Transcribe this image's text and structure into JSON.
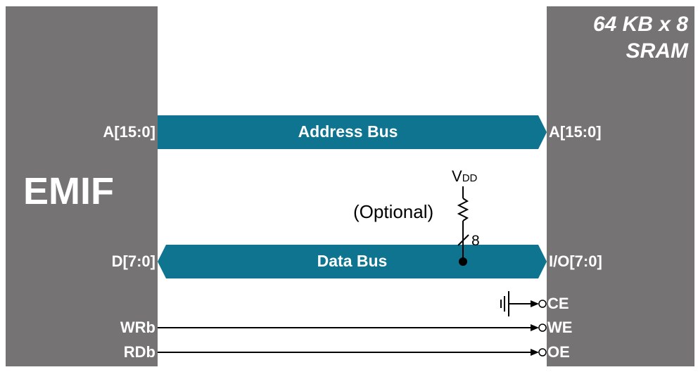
{
  "emif": {
    "title": "EMIF",
    "pins": {
      "address": "A[15:0]",
      "data": "D[7:0]",
      "write": "WRb",
      "read": "RDb"
    }
  },
  "sram": {
    "title_line1": "64 KB x 8",
    "title_line2": "SRAM",
    "pins": {
      "address": "A[15:0]",
      "data": "I/O[7:0]",
      "chip_enable": "CE",
      "write_enable": "WE",
      "output_enable": "OE"
    }
  },
  "buses": {
    "address_label": "Address Bus",
    "data_label": "Data Bus"
  },
  "pullup": {
    "supply_main": "V",
    "supply_sub": "DD",
    "note": "(Optional)",
    "bus_width": "8"
  },
  "colors": {
    "block": "#767374",
    "bus": "#0e7490",
    "wire": "#000000",
    "text_on_block": "#ffffff"
  }
}
